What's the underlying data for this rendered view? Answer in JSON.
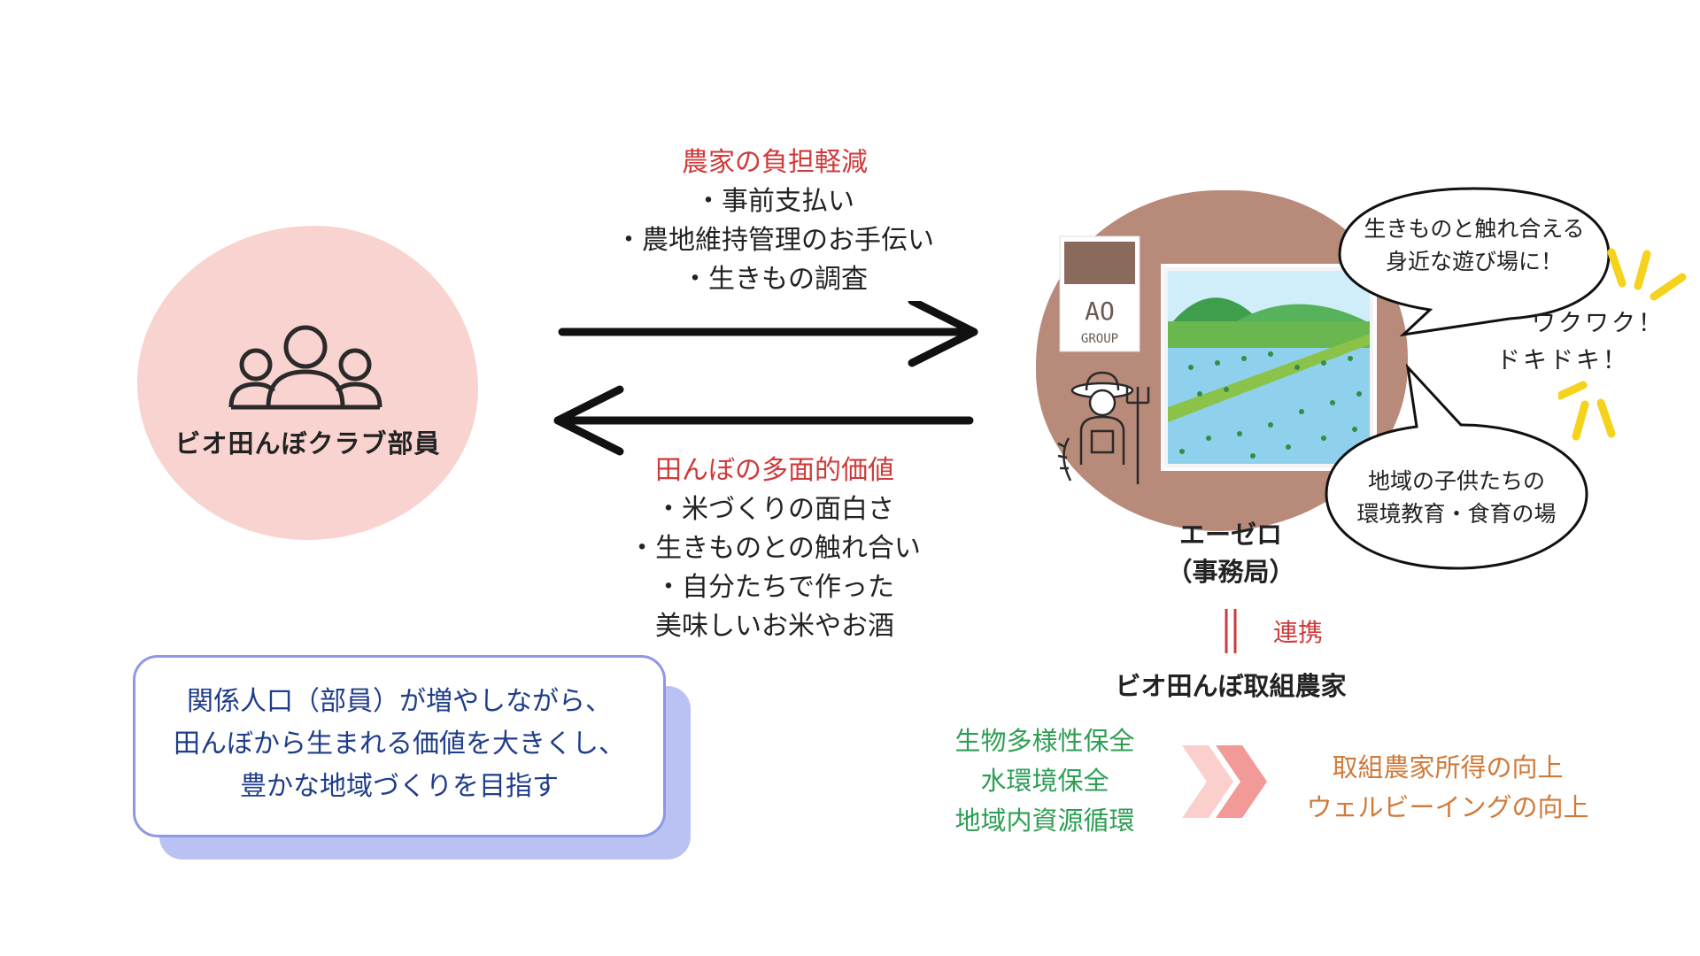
{
  "member": {
    "label": "ビオ田んぼクラブ部員",
    "icon": "people-group-icon"
  },
  "to_office": {
    "title": "農家の負担軽減",
    "items": [
      "・事前支払い",
      "・農地維持管理のお手伝い",
      "・生きもの調査"
    ]
  },
  "to_member": {
    "title": "田んぼの多面的価値",
    "items": [
      "・米づくりの面白さ",
      "・生きものとの触れ合い",
      "・自分たちで作った",
      "美味しいお米やお酒"
    ]
  },
  "aim": {
    "lines": [
      "関係人口（部員）が増やしながら、",
      "田んぼから生まれる価値を大きくし、",
      "豊かな地域づくりを目指す"
    ]
  },
  "office": {
    "name": "エーゼロ",
    "role": "（事務局）",
    "logo_text": "AO",
    "logo_sub": "GROUP"
  },
  "bubbles": {
    "play": [
      "生きものと触れ合える",
      "身近な遊び場に！"
    ],
    "education": [
      "地域の子供たちの",
      "環境教育・食育の場"
    ],
    "excitement": [
      "ワクワク！",
      "ドキドキ！"
    ]
  },
  "link": {
    "label": "連携"
  },
  "farmers": {
    "label": "ビオ田んぼ取組農家"
  },
  "environment": {
    "items": [
      "生物多様性保全",
      "水環境保全",
      "地域内資源循環"
    ]
  },
  "outcomes": {
    "items": [
      "取組農家所得の向上",
      "ウェルビーイングの向上"
    ]
  },
  "colors": {
    "accent_red": "#cf3a3a",
    "green": "#2e9e54",
    "orange": "#d07a3a",
    "navy": "#1f3d8a",
    "pink_blob": "#f9d3cf",
    "brown_blob": "#b88a7a",
    "box_border": "#8e98e4"
  }
}
